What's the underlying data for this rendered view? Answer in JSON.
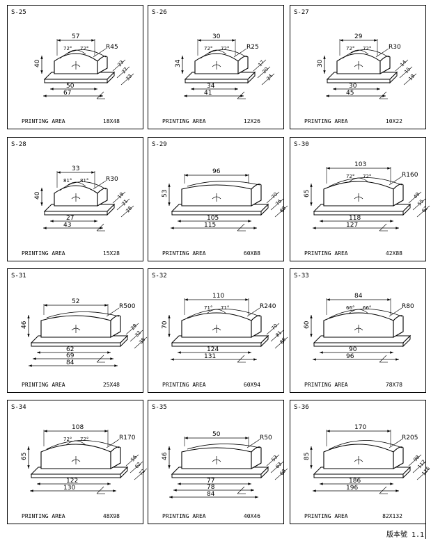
{
  "footer": {
    "version": "版本號 1.1"
  },
  "cells": [
    {
      "code": "S-25",
      "area": "PRINTING AREA",
      "size": "18X48",
      "top": "57",
      "height": "40",
      "radius": "R45",
      "mid": "50",
      "bottom": "67",
      "d1": "23",
      "d2": "27",
      "d3": "33",
      "a1": "72°",
      "a2": "72°"
    },
    {
      "code": "S-26",
      "area": "PRINTING AREA",
      "size": "12X26",
      "top": "30",
      "height": "34",
      "radius": "R25",
      "mid": "34",
      "bottom": "41",
      "d1": "17",
      "d2": "20",
      "d3": "24",
      "a1": "72°",
      "a2": "72°"
    },
    {
      "code": "S-27",
      "area": "PRINTING AREA",
      "size": "10X22",
      "top": "29",
      "height": "30",
      "radius": "R30",
      "mid": "30",
      "bottom": "45",
      "d1": "14",
      "d2": "15",
      "d3": "19",
      "a1": "72°",
      "a2": "72°"
    },
    {
      "code": "S-28",
      "area": "PRINTING AREA",
      "size": "15X28",
      "top": "33",
      "height": "40",
      "radius": "R30",
      "mid": "27",
      "bottom": "43",
      "d1": "19",
      "d2": "21",
      "d3": "28",
      "a1": "81°",
      "a2": "81°"
    },
    {
      "code": "S-29",
      "area": "PRINTING AREA",
      "size": "60X88",
      "top": "96",
      "height": "53",
      "radius": "",
      "mid": "105",
      "bottom": "115",
      "d1": "70",
      "d2": "76",
      "d3": "89",
      "a1": "",
      "a2": ""
    },
    {
      "code": "S-30",
      "area": "PRINTING AREA",
      "size": "42X88",
      "top": "103",
      "height": "65",
      "radius": "R160",
      "mid": "118",
      "bottom": "127",
      "d1": "49",
      "d2": "55",
      "d3": "62",
      "a1": "72°",
      "a2": "72°"
    },
    {
      "code": "S-31",
      "area": "PRINTING AREA",
      "size": "25X48",
      "top": "52",
      "height": "46",
      "radius": "R500",
      "mid": "62",
      "bottom": "84",
      "d1": "29",
      "d2": "32",
      "d3": "38",
      "a1": "",
      "a2": "",
      "mid2": "69"
    },
    {
      "code": "S-32",
      "area": "PRINTING AREA",
      "size": "60X94",
      "top": "110",
      "height": "70",
      "radius": "R240",
      "mid": "124",
      "bottom": "131",
      "d1": "70",
      "d2": "81",
      "d3": "86",
      "a1": "71°",
      "a2": "71°"
    },
    {
      "code": "S-33",
      "area": "PRINTING AREA",
      "size": "78X78",
      "top": "84",
      "height": "60",
      "radius": "R80",
      "mid": "90",
      "bottom": "96",
      "d1": "",
      "d2": "",
      "d3": "",
      "a1": "66°",
      "a2": "66°"
    },
    {
      "code": "S-34",
      "area": "PRINTING AREA",
      "size": "48X98",
      "top": "108",
      "height": "65",
      "radius": "R170",
      "mid": "122",
      "bottom": "130",
      "d1": "56",
      "d2": "62",
      "d3": "72",
      "a1": "72°",
      "a2": "72°"
    },
    {
      "code": "S-35",
      "area": "PRINTING AREA",
      "size": "40X46",
      "top": "50",
      "height": "46",
      "radius": "R50",
      "mid": "77",
      "bottom": "84",
      "d1": "53",
      "d2": "63",
      "d3": "69",
      "a1": "",
      "a2": "",
      "mid2": "78"
    },
    {
      "code": "S-36",
      "area": "PRINTING AREA",
      "size": "82X132",
      "top": "170",
      "height": "85",
      "radius": "R205",
      "mid": "186",
      "bottom": "196",
      "d1": "98",
      "d2": "112",
      "d3": "116",
      "a1": "",
      "a2": ""
    }
  ]
}
